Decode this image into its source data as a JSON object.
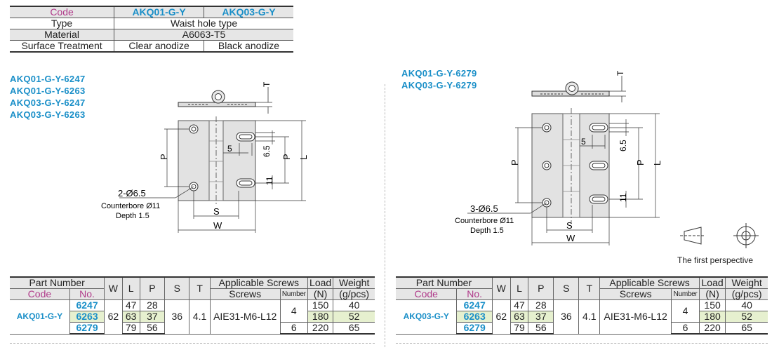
{
  "spec": {
    "code_label": "Code",
    "code1": "AKQ01-G-Y",
    "code2": "AKQ03-G-Y",
    "type_label": "Type",
    "type_value": "Waist hole type",
    "material_label": "Material",
    "material_value": "A6063-T5",
    "surface_label": "Surface Treatment",
    "surface1": "Clear anodize",
    "surface2": "Black anodize"
  },
  "models_left": [
    "AKQ01-G-Y-6247",
    "AKQ01-G-Y-6263",
    "AKQ03-G-Y-6247",
    "AKQ03-G-Y-6263"
  ],
  "models_right": [
    "AKQ01-G-Y-6279",
    "AKQ03-G-Y-6279"
  ],
  "drawing_left": {
    "hole_label": "2-Ø6.5",
    "counterbore": "Counterbore Ø11",
    "depth": "Depth 1.5",
    "dim_T": "T",
    "dim_P": "P",
    "dim_L": "L",
    "dim_S": "S",
    "dim_W": "W",
    "dim_5": "5",
    "dim_65": "6.5",
    "dim_11": "11"
  },
  "drawing_right": {
    "hole_label": "3-Ø6.5",
    "counterbore": "Counterbore Ø11",
    "depth": "Depth 1.5",
    "dim_T": "T",
    "dim_P": "P",
    "dim_L": "L",
    "dim_S": "S",
    "dim_W": "W",
    "dim_5": "5",
    "dim_65": "6.5",
    "dim_11": "11"
  },
  "perspective_caption": "The first perspective",
  "table_headers": {
    "part_number": "Part Number",
    "code": "Code",
    "no": "No.",
    "W": "W",
    "L": "L",
    "P": "P",
    "S": "S",
    "T": "T",
    "applicable_screws": "Applicable Screws",
    "screws": "Screws",
    "number": "Number",
    "load": "Load",
    "load_unit": "(N)",
    "weight": "Weight",
    "weight_unit": "(g/pcs)"
  },
  "table_left": {
    "code": "AKQ01-G-Y",
    "W": "62",
    "S": "36",
    "T": "4.1",
    "screw": "AIE31-M6-L12",
    "number_a": "4",
    "number_b": "6",
    "rows": [
      {
        "no": "6247",
        "L": "47",
        "P": "28",
        "load": "150",
        "weight": "40"
      },
      {
        "no": "6263",
        "L": "63",
        "P": "37",
        "load": "180",
        "weight": "52"
      },
      {
        "no": "6279",
        "L": "79",
        "P": "56",
        "load": "220",
        "weight": "65"
      }
    ]
  },
  "table_right": {
    "code": "AKQ03-G-Y",
    "W": "62",
    "S": "36",
    "T": "4.1",
    "screw": "AIE31-M6-L12",
    "number_a": "4",
    "number_b": "6",
    "rows": [
      {
        "no": "6247",
        "L": "47",
        "P": "28",
        "load": "150",
        "weight": "40"
      },
      {
        "no": "6263",
        "L": "63",
        "P": "37",
        "load": "180",
        "weight": "52"
      },
      {
        "no": "6279",
        "L": "79",
        "P": "56",
        "load": "220",
        "weight": "65"
      }
    ]
  }
}
